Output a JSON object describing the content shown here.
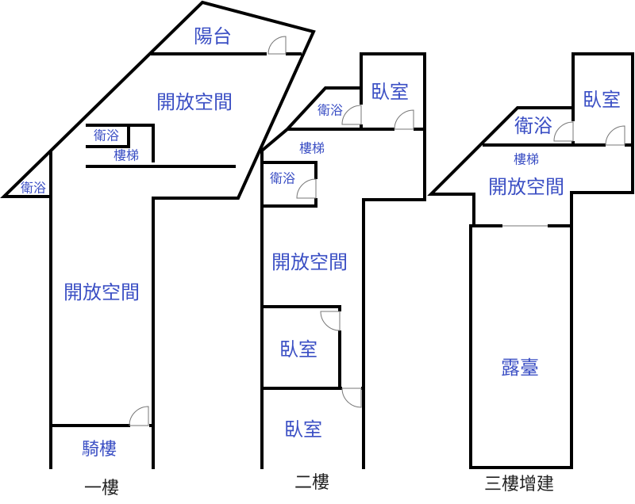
{
  "floor1": {
    "caption": "一樓",
    "rooms": {
      "balcony": "陽台",
      "open_space_upper": "開放空間",
      "bathroom_inner": "衛浴",
      "stairs": "樓梯",
      "bathroom_side": "衛浴",
      "open_space_main": "開放空間",
      "arcade": "騎樓"
    }
  },
  "floor2": {
    "caption": "二樓",
    "rooms": {
      "bathroom_upper": "衛浴",
      "bedroom_upper": "臥室",
      "stairs": "樓梯",
      "bathroom_lower": "衛浴",
      "open_space": "開放空間",
      "bedroom_middle": "臥室",
      "bedroom_lower": "臥室"
    }
  },
  "floor3": {
    "caption": "三樓增建",
    "rooms": {
      "bathroom": "衛浴",
      "bedroom": "臥室",
      "stairs": "樓梯",
      "open_space": "開放空間",
      "terrace": "露臺"
    }
  }
}
